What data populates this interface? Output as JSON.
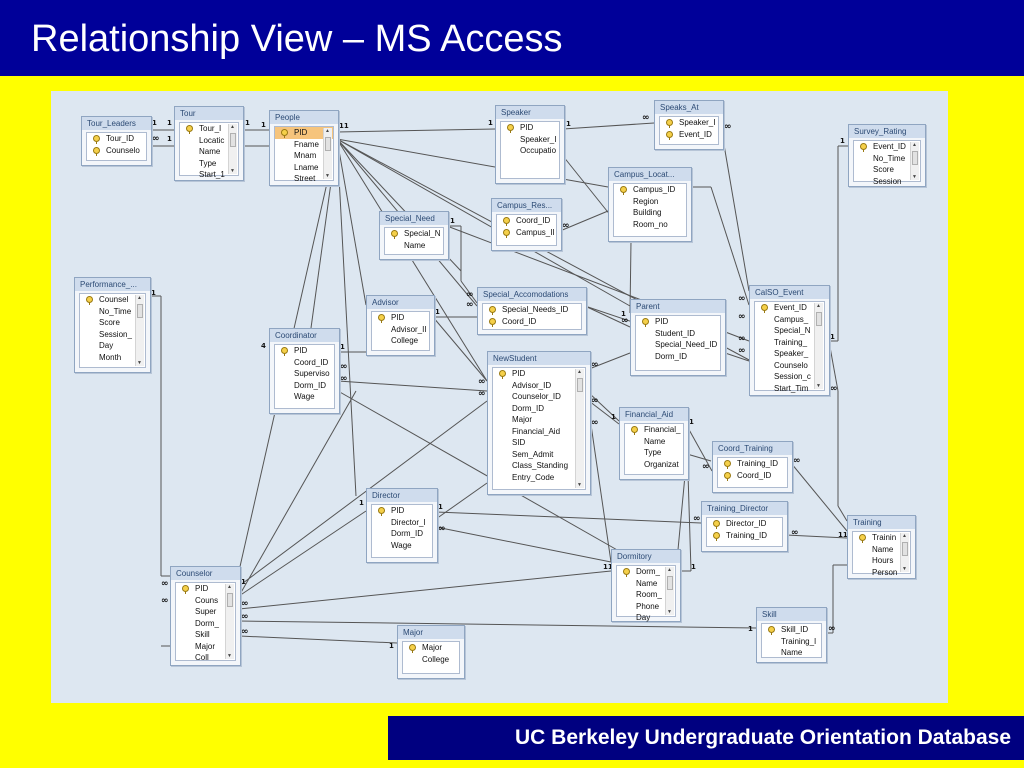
{
  "slide": {
    "title": "Relationship View – MS Access",
    "subtitle": "UC Berkeley Undergraduate Orientation Database"
  },
  "colors": {
    "background": "#ffff00",
    "header": "#000099",
    "footer": "#000080",
    "canvas": "#dde7f1"
  },
  "tables": {
    "tour_leaders": {
      "name": "Tour_Leaders",
      "fields": [
        {
          "name": "Tour_ID",
          "key": true
        },
        {
          "name": "Counselo",
          "key": true
        }
      ]
    },
    "tour": {
      "name": "Tour",
      "fields": [
        {
          "name": "Tour_I",
          "key": true
        },
        {
          "name": "Locatic",
          "key": false
        },
        {
          "name": "Name",
          "key": false
        },
        {
          "name": "Type",
          "key": false
        },
        {
          "name": "Start_1",
          "key": false
        }
      ]
    },
    "people": {
      "name": "People",
      "fields": [
        {
          "name": "PID",
          "key": true,
          "selected": true
        },
        {
          "name": "Fname",
          "key": false
        },
        {
          "name": "Mnam",
          "key": false
        },
        {
          "name": "Lname",
          "key": false
        },
        {
          "name": "Street",
          "key": false
        }
      ]
    },
    "speaker": {
      "name": "Speaker",
      "fields": [
        {
          "name": "PID",
          "key": true
        },
        {
          "name": "Speaker_I",
          "key": false
        },
        {
          "name": "Occupatio",
          "key": false
        }
      ]
    },
    "speaks_at": {
      "name": "Speaks_At",
      "fields": [
        {
          "name": "Speaker_I",
          "key": true
        },
        {
          "name": "Event_ID",
          "key": true
        }
      ]
    },
    "survey_rating": {
      "name": "Survey_Rating",
      "fields": [
        {
          "name": "Event_ID",
          "key": true
        },
        {
          "name": "No_Time",
          "key": false
        },
        {
          "name": "Score",
          "key": false
        },
        {
          "name": "Session",
          "key": false
        }
      ]
    },
    "campus_loc": {
      "name": "Campus_Locat...",
      "fields": [
        {
          "name": "Campus_ID",
          "key": true
        },
        {
          "name": "Region",
          "key": false
        },
        {
          "name": "Building",
          "key": false
        },
        {
          "name": "Room_no",
          "key": false
        }
      ]
    },
    "campus_res": {
      "name": "Campus_Res...",
      "fields": [
        {
          "name": "Coord_ID",
          "key": true
        },
        {
          "name": "Campus_II",
          "key": true
        }
      ]
    },
    "special_need": {
      "name": "Special_Need",
      "fields": [
        {
          "name": "Special_N",
          "key": true
        },
        {
          "name": "Name",
          "key": false
        }
      ]
    },
    "performance": {
      "name": "Performance_...",
      "fields": [
        {
          "name": "Counsel",
          "key": true
        },
        {
          "name": "No_Time",
          "key": false
        },
        {
          "name": "Score",
          "key": false
        },
        {
          "name": "Session_",
          "key": false
        },
        {
          "name": "Day",
          "key": false
        },
        {
          "name": "Month",
          "key": false
        }
      ]
    },
    "advisor": {
      "name": "Advisor",
      "fields": [
        {
          "name": "PID",
          "key": true
        },
        {
          "name": "Advisor_II",
          "key": false
        },
        {
          "name": "College",
          "key": false
        }
      ]
    },
    "special_acc": {
      "name": "Special_Accomodations",
      "fields": [
        {
          "name": "Special_Needs_ID",
          "key": true
        },
        {
          "name": "Coord_ID",
          "key": true
        }
      ]
    },
    "parent": {
      "name": "Parent",
      "fields": [
        {
          "name": "PID",
          "key": true
        },
        {
          "name": "Student_ID",
          "key": false
        },
        {
          "name": "Special_Need_ID",
          "key": false
        },
        {
          "name": "Dorm_ID",
          "key": false
        }
      ]
    },
    "calso_event": {
      "name": "CalSO_Event",
      "fields": [
        {
          "name": "Event_ID",
          "key": true
        },
        {
          "name": "Campus_",
          "key": false
        },
        {
          "name": "Special_N",
          "key": false
        },
        {
          "name": "Training_",
          "key": false
        },
        {
          "name": "Speaker_",
          "key": false
        },
        {
          "name": "Counselo",
          "key": false
        },
        {
          "name": "Session_c",
          "key": false
        },
        {
          "name": "Start_Tim",
          "key": false
        }
      ]
    },
    "coordinator": {
      "name": "Coordinator",
      "fields": [
        {
          "name": "PID",
          "key": true
        },
        {
          "name": "Coord_ID",
          "key": false
        },
        {
          "name": "Superviso",
          "key": false
        },
        {
          "name": "Dorm_ID",
          "key": false
        },
        {
          "name": "Wage",
          "key": false
        }
      ]
    },
    "newstudent": {
      "name": "NewStudent",
      "fields": [
        {
          "name": "PID",
          "key": true
        },
        {
          "name": "Advisor_ID",
          "key": false
        },
        {
          "name": "Counselor_ID",
          "key": false
        },
        {
          "name": "Dorm_ID",
          "key": false
        },
        {
          "name": "Major",
          "key": false
        },
        {
          "name": "Financial_Aid",
          "key": false
        },
        {
          "name": "SID",
          "key": false
        },
        {
          "name": "Sem_Admit",
          "key": false
        },
        {
          "name": "Class_Standing",
          "key": false
        },
        {
          "name": "Entry_Code",
          "key": false
        }
      ]
    },
    "financial_aid": {
      "name": "Financial_Aid",
      "fields": [
        {
          "name": "Financial_",
          "key": true
        },
        {
          "name": "Name",
          "key": false
        },
        {
          "name": "Type",
          "key": false
        },
        {
          "name": "Organizat",
          "key": false
        }
      ]
    },
    "coord_training": {
      "name": "Coord_Training",
      "fields": [
        {
          "name": "Training_ID",
          "key": true
        },
        {
          "name": "Coord_ID",
          "key": true
        }
      ]
    },
    "director": {
      "name": "Director",
      "fields": [
        {
          "name": "PID",
          "key": true
        },
        {
          "name": "Director_I",
          "key": false
        },
        {
          "name": "Dorm_ID",
          "key": false
        },
        {
          "name": "Wage",
          "key": false
        }
      ]
    },
    "training_director": {
      "name": "Training_Director",
      "fields": [
        {
          "name": "Director_ID",
          "key": true
        },
        {
          "name": "Training_ID",
          "key": true
        }
      ]
    },
    "training": {
      "name": "Training",
      "fields": [
        {
          "name": "Trainin",
          "key": true
        },
        {
          "name": "Name",
          "key": false
        },
        {
          "name": "Hours",
          "key": false
        },
        {
          "name": "Person",
          "key": false
        }
      ]
    },
    "dormitory": {
      "name": "Dormitory",
      "fields": [
        {
          "name": "Dorm_",
          "key": true
        },
        {
          "name": "Name",
          "key": false
        },
        {
          "name": "Room_",
          "key": false
        },
        {
          "name": "Phone",
          "key": false
        },
        {
          "name": "Day",
          "key": false
        }
      ]
    },
    "counselor": {
      "name": "Counselor",
      "fields": [
        {
          "name": "PID",
          "key": true
        },
        {
          "name": "Couns",
          "key": false
        },
        {
          "name": "Super",
          "key": false
        },
        {
          "name": "Dorm_",
          "key": false
        },
        {
          "name": "Skill",
          "key": false
        },
        {
          "name": "Major",
          "key": false
        },
        {
          "name": "Coll",
          "key": false
        }
      ]
    },
    "major": {
      "name": "Major",
      "fields": [
        {
          "name": "Major",
          "key": true
        },
        {
          "name": "College",
          "key": false
        }
      ]
    },
    "skill": {
      "name": "Skill",
      "fields": [
        {
          "name": "Skill_ID",
          "key": true
        },
        {
          "name": "Training_I",
          "key": false
        },
        {
          "name": "Name",
          "key": false
        }
      ]
    }
  }
}
